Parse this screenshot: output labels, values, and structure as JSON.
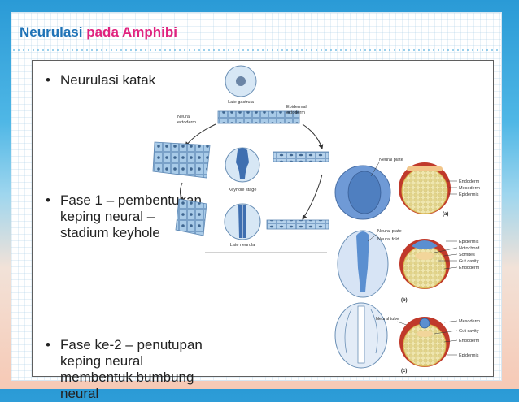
{
  "header": {
    "title_part1": "Neurulasi",
    "title_part2": "pada Amphibi"
  },
  "bullets": [
    {
      "text": "Neurulasi katak"
    },
    {
      "text": "Fase 1 – pembentukan keping neural – stadium keyhole"
    },
    {
      "text": "Fase ke-2 – penutupan keping neural membentuk bumbung neural"
    }
  ],
  "cycle_labels": {
    "late_gastrula": "Late gastrula",
    "neural_ectoderm_1": "Neural",
    "neural_ectoderm_2": "ectoderm",
    "epidermal_ectoderm_1": "Epidermal",
    "epidermal_ectoderm_2": "ectoderm",
    "keyhole_stage": "Keyhole stage",
    "late_neurula": "Late neurula"
  },
  "stage_a": {
    "letter": "(a)",
    "neural_plate": "Neural plate",
    "labels": [
      "Endoderm",
      "Mesoderm",
      "Epidermis"
    ]
  },
  "stage_b": {
    "letter": "(b)",
    "neural_plate": "Neural plate",
    "neural_fold": "Neural fold",
    "labels": [
      "Epidermis",
      "Notochord",
      "Somites",
      "Gut cavity",
      "Endoderm"
    ]
  },
  "stage_c": {
    "letter": "(c)",
    "neural_tube": "Neural tube",
    "labels": [
      "Mesoderm",
      "Gut cavity",
      "Endoderm",
      "Epidermis"
    ]
  },
  "colors": {
    "title_blue": "#1f73b7",
    "title_pink": "#e0237f",
    "embryo_blue": "#5b8fd0",
    "yolk": "#e9dfa1",
    "mesoderm_red": "#c0392b"
  }
}
